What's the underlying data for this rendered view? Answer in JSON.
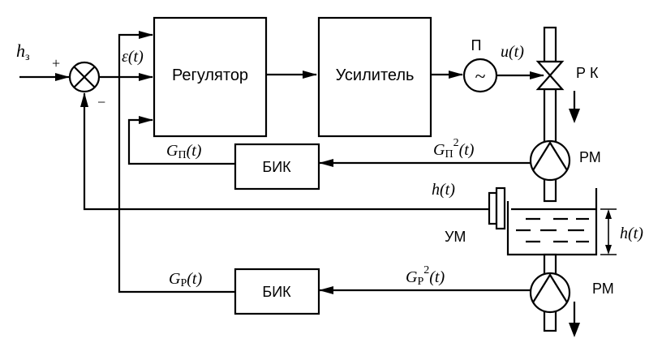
{
  "blocks": {
    "regulator": "Регулятор",
    "amplifier": "Усилитель",
    "bik_top": "БИК",
    "bik_bottom": "БИК"
  },
  "labels": {
    "setpoint_h": "h",
    "setpoint_sub": "з",
    "plus": "+",
    "minus": "−",
    "epsilon": "ε(t)",
    "p": "П",
    "tilde": "~",
    "u": "u(t)",
    "rk": "Р  К",
    "rm_top": "РМ",
    "rm_bottom": "РМ",
    "um": "УМ",
    "h_feedback": "h(t)",
    "h_level": "h(t)",
    "gp_main": "G",
    "gp_sub": "П",
    "gp_arg": "(t)",
    "gp2_main": "G",
    "gp2_sub": "П",
    "gp2_sup": "2",
    "gp2_arg": "(t)",
    "gr_main": "G",
    "gr_sub": "Р",
    "gr_arg": "(t)",
    "gr2_main": "G",
    "gr2_sub": "Р",
    "gr2_sup": "2",
    "gr2_arg": "(t)"
  }
}
